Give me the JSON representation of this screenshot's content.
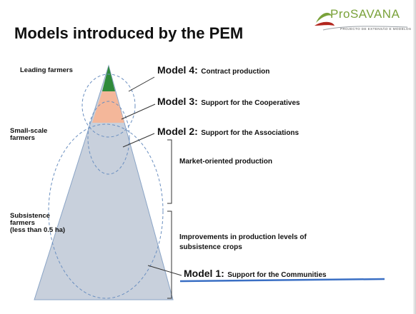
{
  "header": {
    "title": "Models introduced by the PEM",
    "logo_text": "ProSAVANA",
    "logo_sub": "PROJECTO DE EXTENSÃO E MODELOS"
  },
  "farmer_levels": {
    "leading": "Leading farmers",
    "small_scale": [
      "Small-scale",
      "farmers"
    ],
    "subsistence": [
      "Subsistence",
      "farmers",
      "(less than 0.5 ha)"
    ]
  },
  "models": [
    {
      "label": "Model 4:",
      "desc": "Contract  production"
    },
    {
      "label": "Model 3:",
      "desc": "Support for the Cooperatives"
    },
    {
      "label": "Model 2:",
      "desc": "Support for the Associations"
    },
    {
      "label": "Model 1:",
      "desc": "Support for the Communities"
    }
  ],
  "brackets": {
    "market": "Market-oriented production",
    "improvements": [
      "Improvements in production levels of",
      "subsistence crops"
    ]
  },
  "colors": {
    "pyramid_fill": "#c8d0dc",
    "pyramid_stroke": "#8aa4c6",
    "tip_green": "#2f8a3a",
    "cooperative_band": "#f4b79a",
    "dashed_ellipse": "#6a8fc0",
    "baseline": "#3a6fc4",
    "logo_green": "#7aa23a",
    "logo_red": "#b3261e"
  }
}
